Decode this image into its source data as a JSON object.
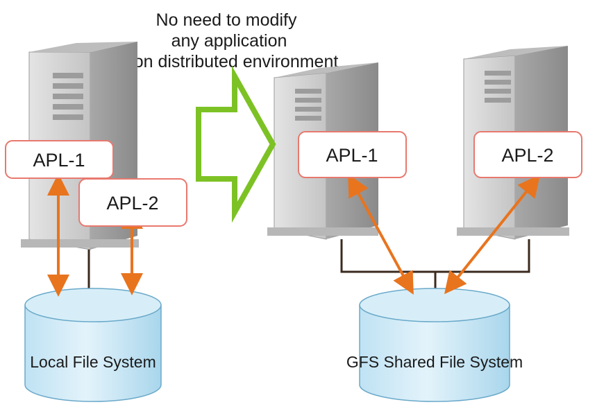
{
  "caption": {
    "line1": "No need to modify",
    "line2": "any application",
    "line3": "on distributed environment"
  },
  "left": {
    "apl1": "APL-1",
    "apl2": "APL-2",
    "storage": "Local File System"
  },
  "right": {
    "apl1": "APL-1",
    "apl2": "APL-2",
    "storage": "GFS Shared File System"
  },
  "colors": {
    "arrow_orange": "#e8741e",
    "big_arrow_green": "#7dc225",
    "box_border": "#e8786e",
    "cylinder_fill": "#cfe9f6",
    "server_front": "#cfcfcf",
    "server_side": "#9a9a9a"
  }
}
